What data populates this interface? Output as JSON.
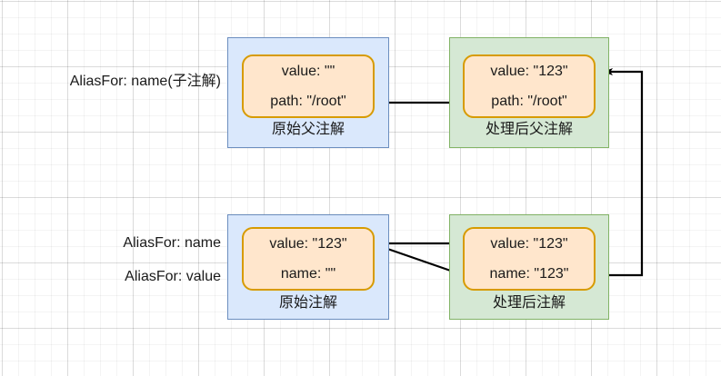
{
  "diagram": {
    "title": "AliasFor annotation processing",
    "colors": {
      "outer_blue_fill": "#dae8fc",
      "outer_blue_border": "#6c8ebf",
      "outer_green_fill": "#d5e8d4",
      "outer_green_border": "#82b366",
      "inner_fill": "#ffe6cc",
      "inner_border": "#d79b00",
      "edge": "#000000",
      "text": "#1a1a1a",
      "grid": "#e8e8e8",
      "background": "#ffffff"
    },
    "labels": [
      {
        "id": "label-parent-aliasfor",
        "text": "AliasFor: name(子注解)"
      },
      {
        "id": "label-child-aliasfor-name",
        "text": "AliasFor: name"
      },
      {
        "id": "label-child-aliasfor-value",
        "text": "AliasFor: value"
      }
    ],
    "nodes": [
      {
        "id": "original-parent",
        "caption": "原始父注解",
        "group": "blue",
        "rows": [
          {
            "key": "value",
            "text": "value: \"\""
          },
          {
            "key": "path",
            "text": "path: \"/root\""
          }
        ]
      },
      {
        "id": "processed-parent",
        "caption": "处理后父注解",
        "group": "green",
        "rows": [
          {
            "key": "value",
            "text": "value: \"123\""
          },
          {
            "key": "path",
            "text": "path: \"/root\""
          }
        ]
      },
      {
        "id": "original-child",
        "caption": "原始注解",
        "group": "blue",
        "rows": [
          {
            "key": "value",
            "text": "value: \"123\""
          },
          {
            "key": "name",
            "text": "name: \"\""
          }
        ]
      },
      {
        "id": "processed-child",
        "caption": "处理后注解",
        "group": "green",
        "rows": [
          {
            "key": "value",
            "text": "value: \"123\""
          },
          {
            "key": "name",
            "text": "name: \"123\""
          }
        ]
      }
    ],
    "edges": [
      {
        "id": "edge-original-parent-to-processed-parent",
        "from": "original-parent",
        "to": "processed-parent",
        "style": "straight-arrow"
      },
      {
        "id": "edge-original-child-to-processed-child-value",
        "from": "original-child",
        "to": "processed-child",
        "style": "straight-arrow"
      },
      {
        "id": "edge-original-child-to-processed-child-name",
        "from": "original-child",
        "to": "processed-child",
        "style": "diagonal-arrow"
      },
      {
        "id": "edge-processed-child-name-to-processed-parent-value",
        "from": "processed-child",
        "to": "processed-parent",
        "style": "orthogonal-loop-arrow"
      }
    ]
  }
}
